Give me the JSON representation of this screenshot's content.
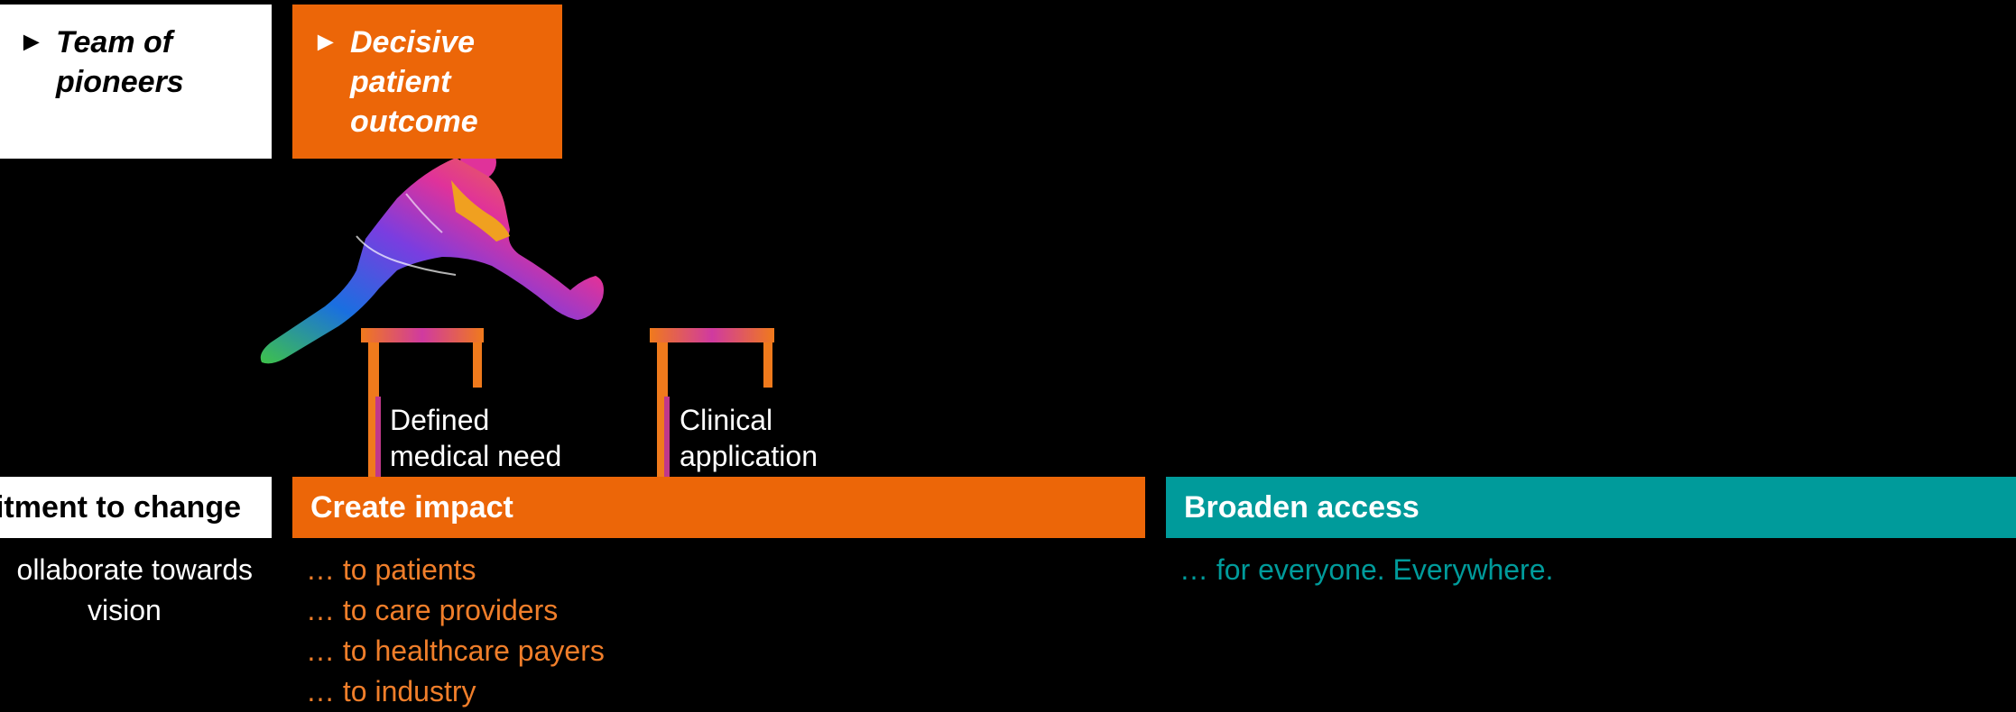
{
  "callouts": {
    "team": {
      "marker": "►",
      "text": "Team of\npioneers"
    },
    "outcome": {
      "marker": "►",
      "text": "Decisive\npatient\noutcome"
    }
  },
  "hurdles": [
    {
      "line1": "Defined",
      "line2": "medical need"
    },
    {
      "line1": "Clinical",
      "line2": "application"
    }
  ],
  "pillars": {
    "commitment": {
      "title": "mitment to change",
      "lines": [
        "ollaborate towards",
        "vision"
      ]
    },
    "impact": {
      "title": "Create impact",
      "lines": [
        "… to patients",
        "… to care providers",
        "… to healthcare payers",
        "… to industry"
      ]
    },
    "access": {
      "title": "Broaden access",
      "lines": [
        "… for everyone. Everywhere."
      ]
    }
  },
  "colors": {
    "background": "#000000",
    "orange": "#EC6608",
    "orange_text": "#F07E2A",
    "teal": "#009B9B",
    "white": "#FFFFFF"
  },
  "icons": [
    "play-triangle-icon",
    "hurdle-jumper-icon",
    "hurdle-icon"
  ]
}
